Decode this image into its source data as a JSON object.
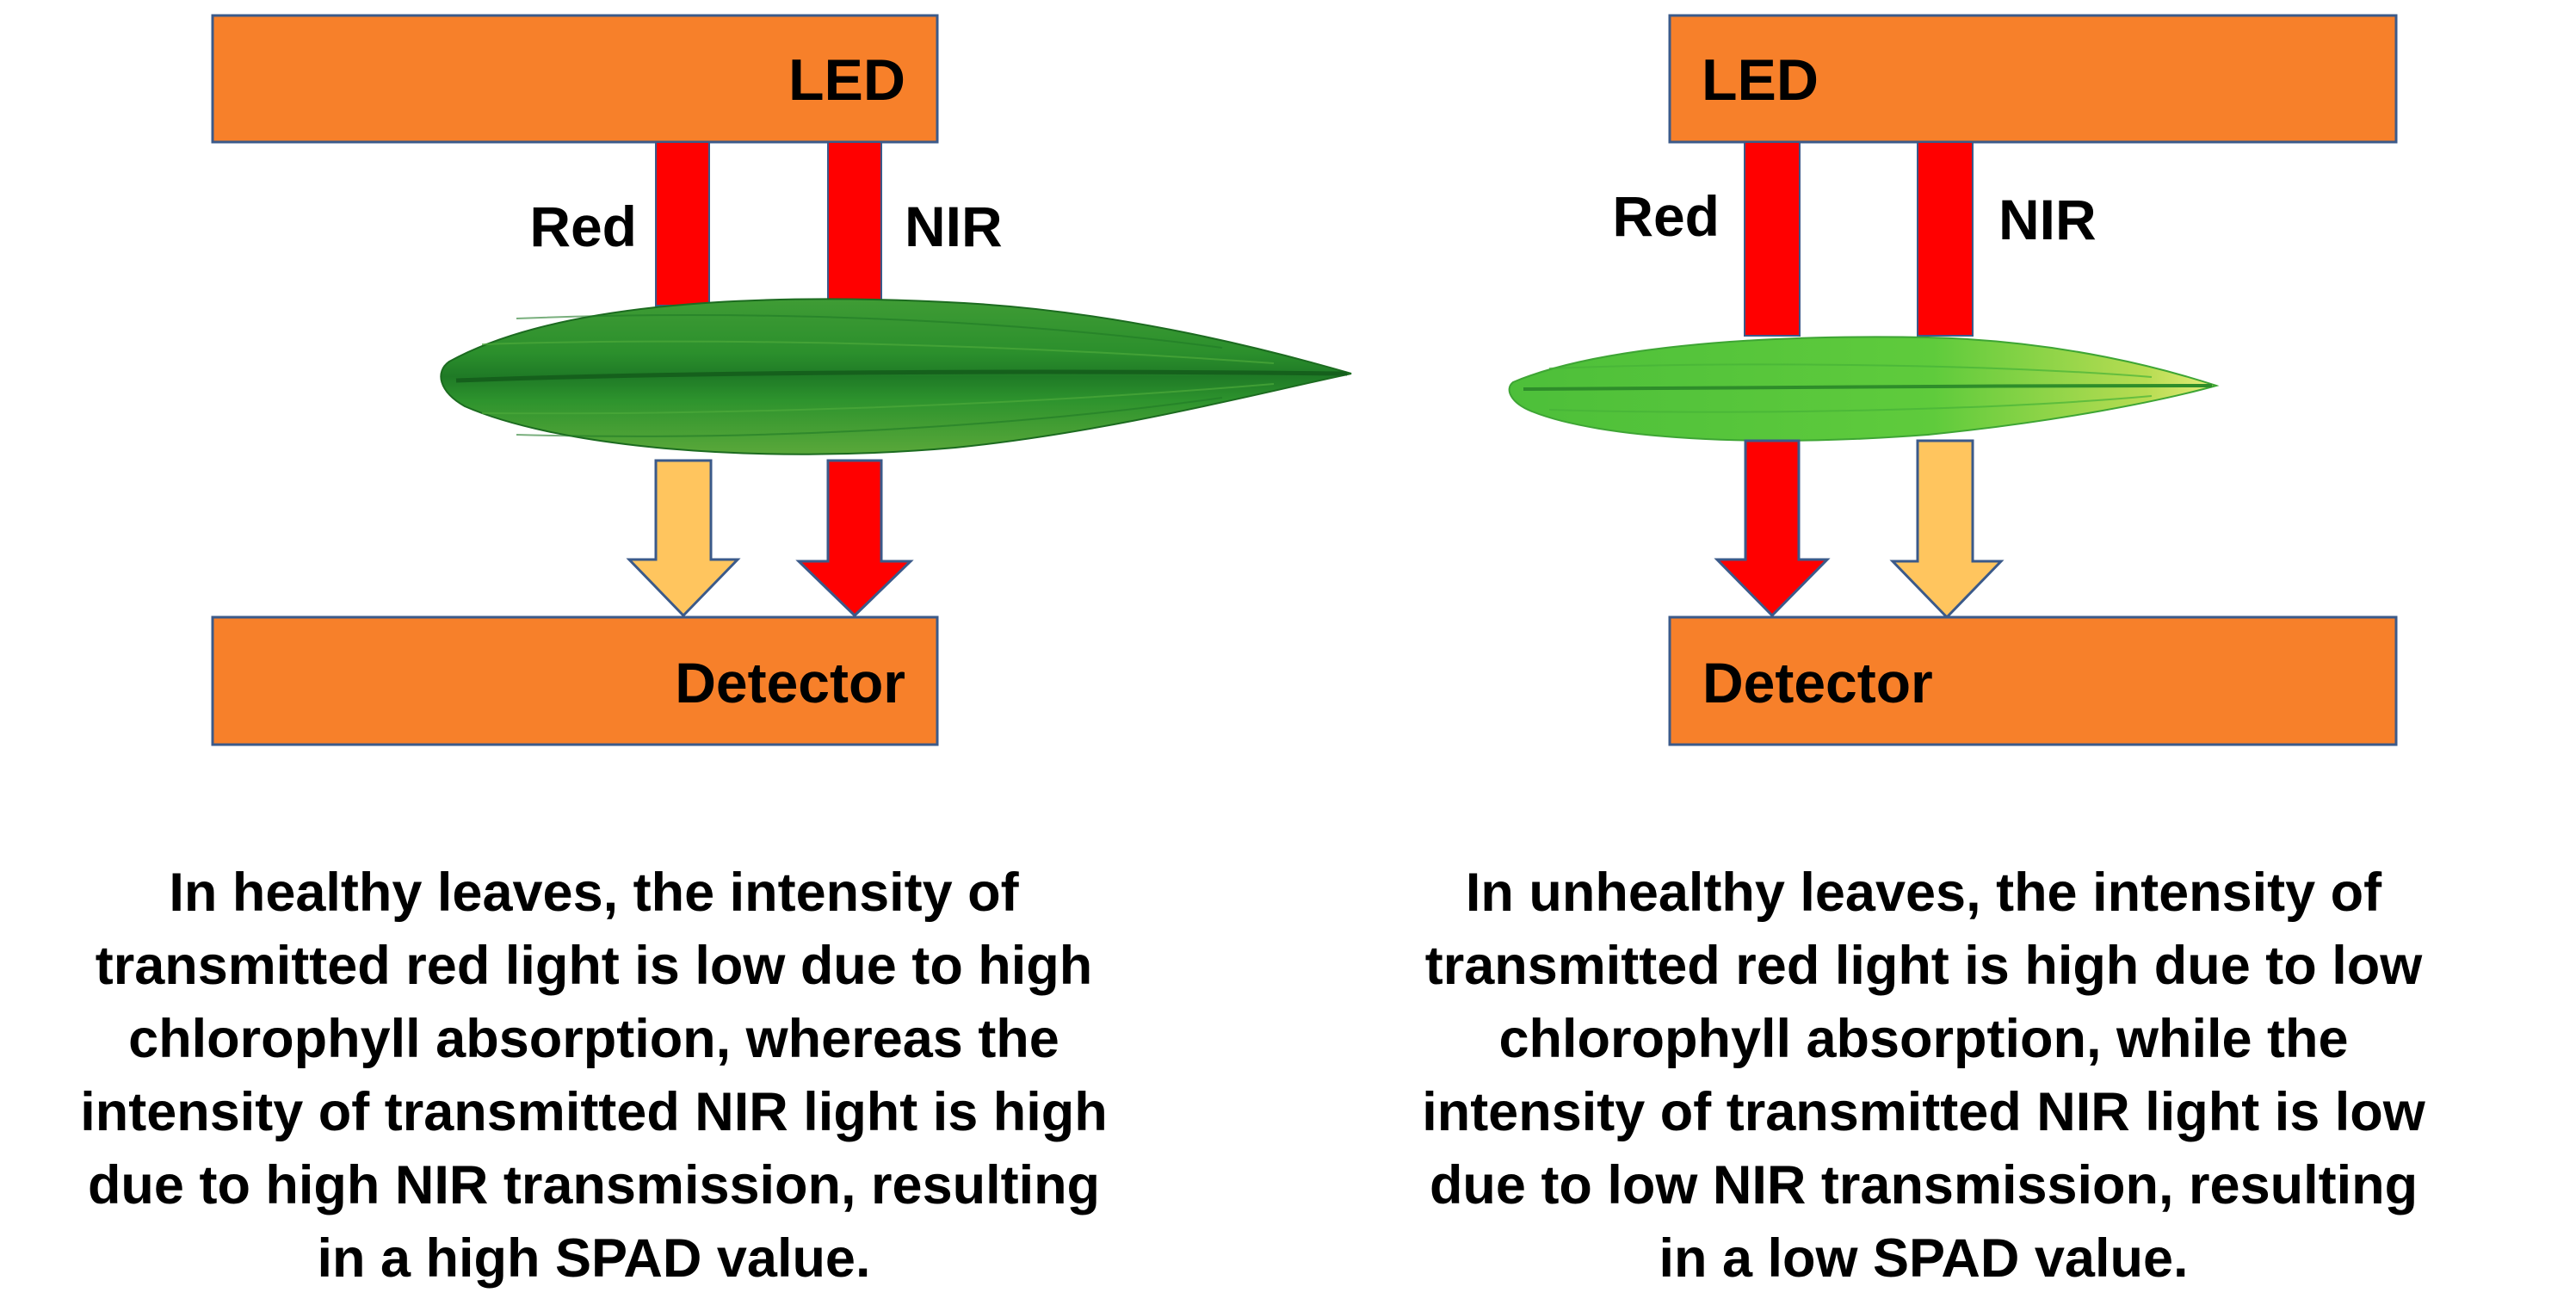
{
  "colors": {
    "box_fill": "#F7802A",
    "box_stroke": "#3B5A8A",
    "red_beam": "#FF0000",
    "attenuated_beam": "#FFC55E",
    "leaf_healthy": "#2F9A2E",
    "leaf_unhealthy": "#5FCB3C"
  },
  "healthy": {
    "led_label": "LED",
    "detector_label": "Detector",
    "red_label": "Red",
    "nir_label": "NIR",
    "caption": [
      "In healthy leaves, the intensity of",
      "transmitted red light is low due to high",
      "chlorophyll absorption, whereas the",
      "intensity of transmitted NIR light is high",
      "due to high NIR transmission, resulting",
      "in a high SPAD value."
    ]
  },
  "unhealthy": {
    "led_label": "LED",
    "detector_label": "Detector",
    "red_label": "Red",
    "nir_label": "NIR",
    "caption": [
      "In unhealthy leaves, the intensity of",
      "transmitted red light is high due to low",
      "chlorophyll absorption, while the",
      "intensity of transmitted NIR light is low",
      "due to low NIR transmission, resulting",
      "in a low SPAD value."
    ]
  }
}
